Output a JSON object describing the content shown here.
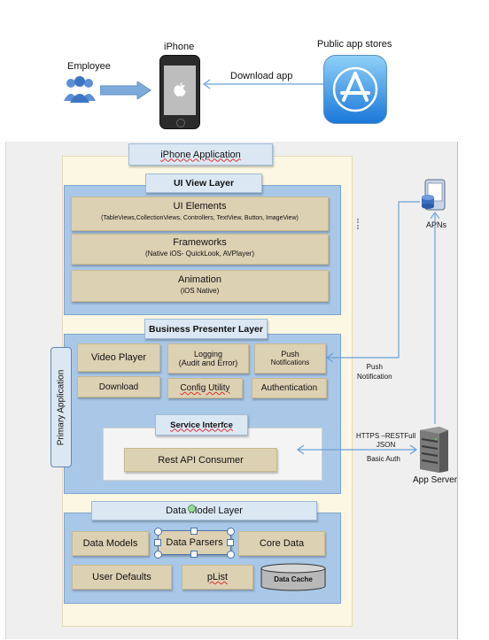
{
  "top": {
    "employee_label": "Employee",
    "iphone_label": "iPhone",
    "stores_label": "Public app stores",
    "download_app_label": "Download app"
  },
  "app": {
    "title": "iPhone Application",
    "ui_view_layer": {
      "title": "UI View Layer",
      "ui_elements": {
        "title": "UI Elements",
        "sub": "(TableViews,CollectionViews, Controllers, TextView, Button, ImageView)"
      },
      "frameworks": {
        "title": "Frameworks",
        "sub": "(Native iOS- QuickLook, AVPlayer)"
      },
      "animation": {
        "title": "Animation",
        "sub": "(iOS Native)"
      }
    },
    "business_layer": {
      "title": "Business Presenter Layer",
      "primary_application": "Primary Application",
      "video_player": "Video Player",
      "logging_line1": "Logging",
      "logging_line2": "(Audit and Error)",
      "push_line1": "Push",
      "push_line2": "Notifications",
      "download": "Download",
      "config_utility": "Config Utility",
      "authentication": "Authentication",
      "service_interface": "Service Interfce",
      "rest_api_consumer": "Rest API Consumer"
    },
    "data_layer": {
      "title": "Data Model Layer",
      "data_models": "Data Models",
      "data_parsers": "Data Parsers",
      "core_data": "Core Data",
      "user_defaults": "User Defaults",
      "plist": "pList",
      "data_cache": "Data Cache"
    }
  },
  "side": {
    "apns_label": "APNs",
    "push_notification_line1": "Push",
    "push_notification_line2": "Notification",
    "https_line1": "HTTPS –RESTFull",
    "https_line2": "JSON",
    "basic_auth": "Basic Auth",
    "app_server_label": "App Server"
  },
  "colors": {
    "tan_box": "#ddd1b3",
    "blue_panel": "#a9c8e8",
    "app_container": "#fcf7e3",
    "arrow": "#6aa0d8"
  }
}
